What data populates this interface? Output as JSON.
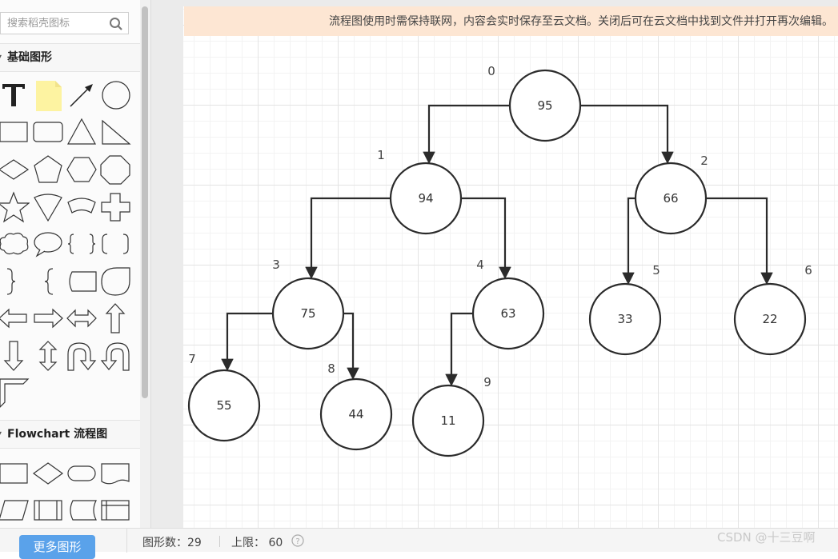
{
  "notice": {
    "text": "流程图使用时需保持联网，内容会实时保存至云文档。关闭后可在云文档中找到文件并打开再次编辑。"
  },
  "sidebar": {
    "search_placeholder": "搜索稻壳图标",
    "sections": [
      {
        "title": "基础图形"
      },
      {
        "title": "Flowchart 流程图"
      }
    ]
  },
  "footer": {
    "more_shapes_label": "更多图形",
    "shape_count_label": "图形数：29",
    "limit_label": "上限：  60",
    "watermark": "CSDN @十三豆啊"
  },
  "diagram": {
    "nodes": [
      {
        "id": "n0",
        "value": "95",
        "index": "0"
      },
      {
        "id": "n1",
        "value": "94",
        "index": "1"
      },
      {
        "id": "n2",
        "value": "66",
        "index": "2"
      },
      {
        "id": "n3",
        "value": "75",
        "index": "3"
      },
      {
        "id": "n4",
        "value": "63",
        "index": "4"
      },
      {
        "id": "n5",
        "value": "33",
        "index": "5"
      },
      {
        "id": "n6",
        "value": "22",
        "index": "6"
      },
      {
        "id": "n7",
        "value": "55",
        "index": "7"
      },
      {
        "id": "n8",
        "value": "44",
        "index": "8"
      },
      {
        "id": "n9",
        "value": "11",
        "index": "9"
      }
    ],
    "edges": [
      [
        "n0",
        "n1"
      ],
      [
        "n0",
        "n2"
      ],
      [
        "n1",
        "n3"
      ],
      [
        "n1",
        "n4"
      ],
      [
        "n2",
        "n5"
      ],
      [
        "n2",
        "n6"
      ],
      [
        "n3",
        "n7"
      ],
      [
        "n3",
        "n8"
      ],
      [
        "n4",
        "n9"
      ]
    ]
  },
  "colors": {
    "accent": "#5aa2ea",
    "banner": "#fde6d3",
    "node_stroke": "#2b2b2b"
  }
}
